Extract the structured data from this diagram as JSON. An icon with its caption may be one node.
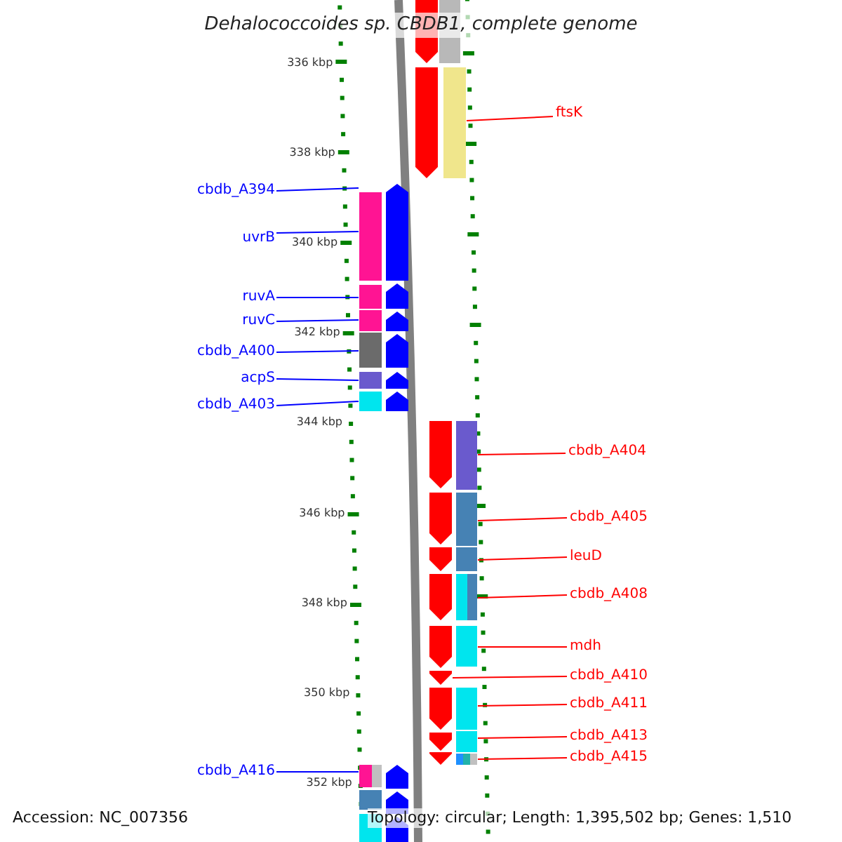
{
  "diagram": {
    "title": "Dehalococcoides sp. CBDB1, complete genome",
    "nodes": [
      {
        "text": [
          "ftsK"
        ]
      },
      {
        "text": [
          "cbdb_A394"
        ]
      },
      {
        "text": [
          "uvrB"
        ]
      },
      {
        "text": [
          "ruvA"
        ]
      },
      {
        "text": [
          "ruvC"
        ]
      },
      {
        "text": [
          "cbdb_A400"
        ]
      },
      {
        "text": [
          "acpS"
        ]
      },
      {
        "text": [
          "cbdb_A403"
        ]
      },
      {
        "text": [
          "cbdb_A404"
        ]
      },
      {
        "text": [
          "cbdb_A405"
        ]
      },
      {
        "text": [
          "leuD"
        ]
      },
      {
        "text": [
          "cbdb_A408"
        ]
      },
      {
        "text": [
          "mdh"
        ]
      },
      {
        "text": [
          "cbdb_A410"
        ]
      },
      {
        "text": [
          "cbdb_A411"
        ]
      },
      {
        "text": [
          "cbdb_A413"
        ]
      },
      {
        "text": [
          "cbdb_A415"
        ]
      },
      {
        "text": [
          "cbdb_A416"
        ]
      },
      {
        "text": [],
        "shape": "bar"
      },
      {
        "text": [],
        "shape": "bar"
      },
      {
        "text": [],
        "shape": "bar"
      },
      {
        "text": [],
        "shape": "bar"
      },
      {
        "text": [],
        "shape": "bar"
      },
      {
        "text": [],
        "shape": "bar"
      },
      {
        "text": [],
        "shape": "bar"
      },
      {
        "text": [],
        "shape": "bar"
      },
      {
        "text": [],
        "shape": "bar"
      },
      {
        "text": [],
        "shape": "bar"
      },
      {
        "text": [],
        "shape": "bar"
      },
      {
        "text": [],
        "shape": "bar"
      },
      {
        "text": [],
        "shape": "bar"
      },
      {
        "text": [],
        "shape": "bar"
      },
      {
        "text": [],
        "shape": "bar"
      },
      {
        "text": [],
        "shape": "bar"
      },
      {
        "text": [],
        "shape": "bar"
      },
      {
        "text": [],
        "shape": "bar"
      },
      {
        "text": [],
        "shape": "bar"
      },
      {
        "text": [],
        "shape": "bar"
      }
    ],
    "edges": [
      {
        "from": 0,
        "to": 28,
        "arrow": "none"
      },
      {
        "from": 1,
        "to": 18,
        "arrow": "none",
        "color": "#0000ff"
      },
      {
        "from": 2,
        "to": 18,
        "arrow": "none",
        "color": "#0000ff"
      },
      {
        "from": 3,
        "to": 19,
        "arrow": "none",
        "color": "#0000ff"
      },
      {
        "from": 4,
        "to": 20,
        "arrow": "none",
        "color": "#0000ff"
      },
      {
        "from": 5,
        "to": 21,
        "arrow": "none",
        "color": "#0000ff"
      },
      {
        "from": 6,
        "to": 22,
        "arrow": "none",
        "color": "#0000ff"
      },
      {
        "from": 7,
        "to": 23,
        "arrow": "none",
        "color": "#0000ff"
      },
      {
        "from": 8,
        "to": 29,
        "arrow": "none"
      },
      {
        "from": 9,
        "to": 30,
        "arrow": "none"
      },
      {
        "from": 10,
        "to": 31,
        "arrow": "none"
      },
      {
        "from": 11,
        "to": 32,
        "arrow": "none"
      },
      {
        "from": 12,
        "to": 33,
        "arrow": "none"
      },
      {
        "from": 13,
        "to": 34,
        "arrow": "none"
      },
      {
        "from": 14,
        "to": 35,
        "arrow": "none"
      },
      {
        "from": 15,
        "to": 36,
        "arrow": "none"
      },
      {
        "from": 16,
        "to": 37,
        "arrow": "none"
      },
      {
        "from": 17,
        "to": 24,
        "arrow": "none",
        "color": "#0000ff"
      }
    ],
    "labels": [
      "336 kbp",
      "338 kbp",
      "340 kbp",
      "342 kbp",
      "344 kbp",
      "346 kbp",
      "348 kbp",
      "350 kbp",
      "352 kbp",
      "Accession: NC_007356",
      "Topology: circular; Length: 1,395,502 bp; Genes: 1,510"
    ]
  }
}
